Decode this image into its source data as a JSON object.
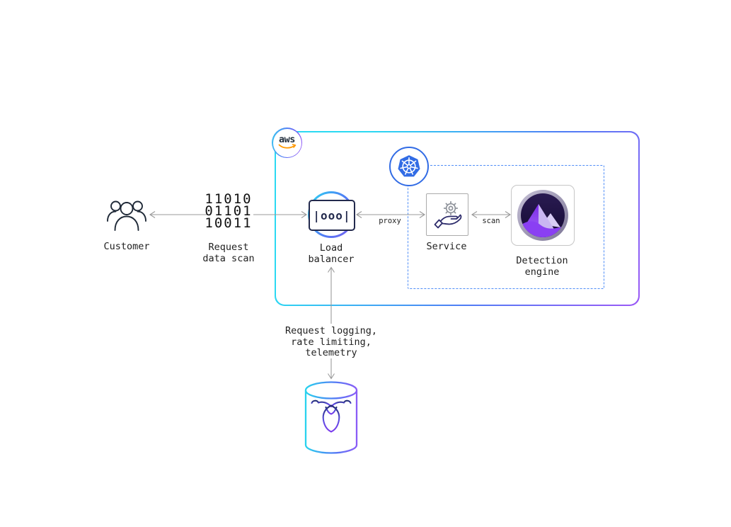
{
  "diagram": {
    "customer": {
      "label": "Customer"
    },
    "request_flow": {
      "binary_lines": [
        "11010",
        "01101",
        "10011"
      ],
      "label_lines": [
        "Request",
        "data scan"
      ]
    },
    "aws": {
      "logo_text": "aws"
    },
    "kubernetes": {
      "icon": "kubernetes-wheel"
    },
    "load_balancer": {
      "icon_text": "|ooo|",
      "label_lines": [
        "Load",
        "balancer"
      ]
    },
    "connectors": {
      "proxy_label": "proxy",
      "scan_label": "scan"
    },
    "service": {
      "label": "Service"
    },
    "detection_engine": {
      "label_lines": [
        "Detection",
        "engine"
      ]
    },
    "logging_note": {
      "lines": [
        "Request logging,",
        "rate limiting,",
        "telemetry"
      ]
    },
    "colors": {
      "gradient_cyan": "#2BD9F2",
      "gradient_blue": "#4F7DF5",
      "gradient_purple": "#9B59F6",
      "kubernetes_blue": "#326CE5",
      "aws_orange": "#FF9900",
      "aws_navy": "#232F3E",
      "dashed_border_blue": "#4F8DF7",
      "arrow_gray": "#9A9A9A",
      "detection_purple": "#8A3FF3",
      "text_dark": "#1F1F1F"
    }
  }
}
